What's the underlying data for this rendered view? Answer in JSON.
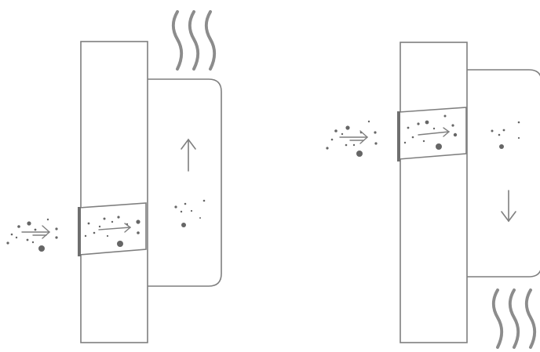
{
  "colors": {
    "background": "#ffffff",
    "outline": "#7f7f7f",
    "vent_cap": "#6f6f6f",
    "particle": "#666666",
    "heat_wave": "#8c8c8c"
  },
  "panels": [
    {
      "id": "left",
      "airflow_direction": "up",
      "heat_location": "top",
      "inlet_side": "bottom"
    },
    {
      "id": "right",
      "airflow_direction": "down",
      "heat_location": "bottom",
      "inlet_side": "top"
    }
  ],
  "icons": {
    "incoming_air": "dust-particles-arrow-icon",
    "filter": "filtered-vent-icon",
    "airflow": "airflow-arrow-icon",
    "heat": "heat-waves-icon"
  }
}
